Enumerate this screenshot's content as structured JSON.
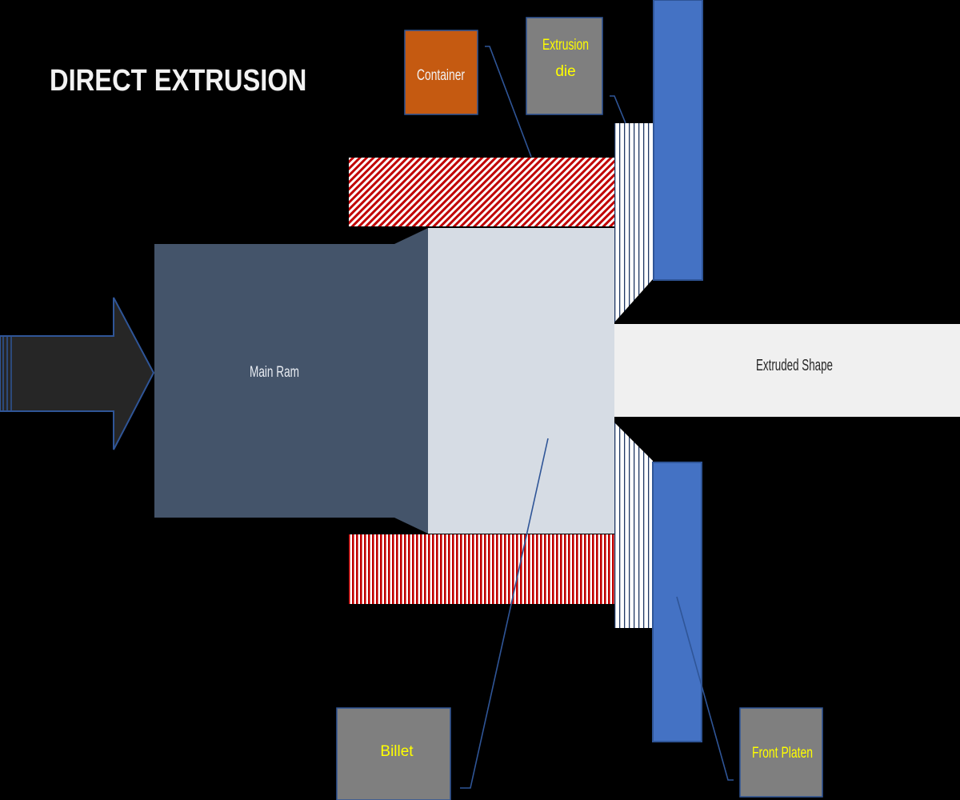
{
  "title": "DIRECT EXTRUSION",
  "labels": {
    "main_ram": "Main Ram",
    "extruded_shape": "Extruded Shape",
    "container": "Container",
    "extrusion_die_line1": "Extrusion",
    "extrusion_die_line2": "die",
    "billet": "Billet",
    "front_platen": "Front Platen"
  },
  "colors": {
    "background": "#000000",
    "title_text": "#f2f2f2",
    "callout_text": "#ffff00",
    "callout_box": "#7f7f7f",
    "container_box": "#c55a11",
    "main_ram": "#44546a",
    "billet": "#d6dce4",
    "extruded_shape": "#f0f0f0",
    "front_platen": "#4472c4",
    "container_hatch": "#c00000",
    "die_hatch": "#1f3864",
    "arrow_fill": "#262626",
    "arrow_outline": "#2f5597",
    "leader_line": "#2f5597"
  }
}
